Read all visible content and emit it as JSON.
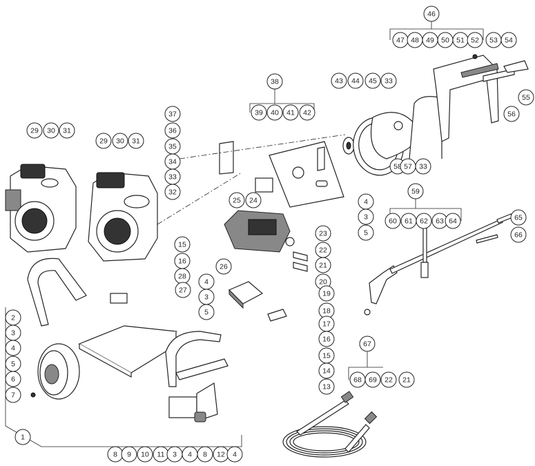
{
  "diagram": {
    "type": "exploded-parts-diagram",
    "callouts": [
      "46",
      "47",
      "48",
      "49",
      "50",
      "51",
      "52",
      "53",
      "54",
      "55",
      "56",
      "38",
      "39",
      "40",
      "41",
      "42",
      "43",
      "44",
      "45",
      "33",
      "58",
      "57",
      "33",
      "37",
      "36",
      "35",
      "34",
      "33",
      "32",
      "29",
      "30",
      "31",
      "29",
      "30",
      "31",
      "25",
      "24",
      "4",
      "3",
      "5",
      "23",
      "22",
      "21",
      "20",
      "59",
      "60",
      "61",
      "62",
      "63",
      "64",
      "65",
      "66",
      "15",
      "16",
      "28",
      "26",
      "4",
      "3",
      "5",
      "27",
      "19",
      "18",
      "17",
      "16",
      "15",
      "14",
      "13",
      "2",
      "3",
      "4",
      "5",
      "6",
      "7",
      "1",
      "8",
      "9",
      "10",
      "11",
      "3",
      "4",
      "8",
      "12",
      "4",
      "67",
      "68",
      "69",
      "22",
      "21"
    ]
  }
}
